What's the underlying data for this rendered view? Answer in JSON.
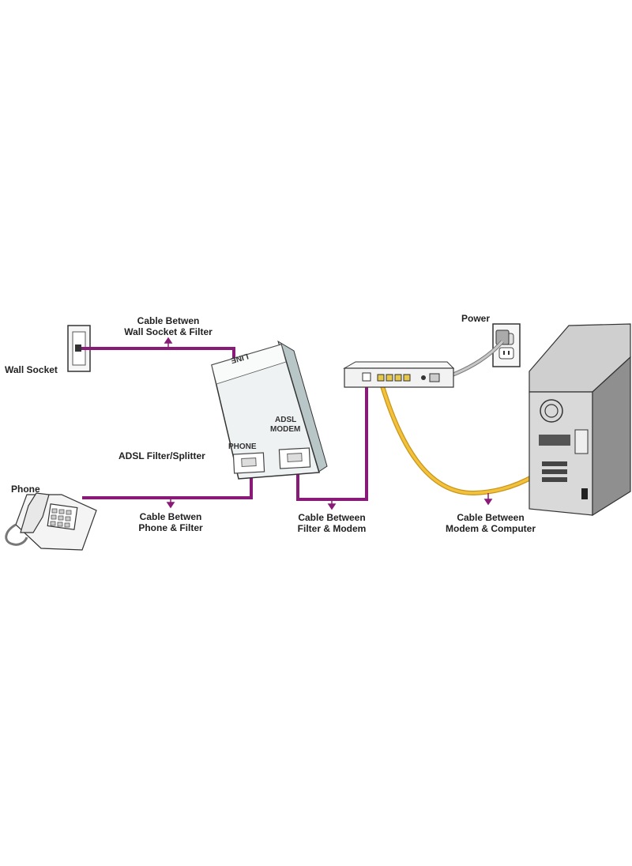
{
  "labels": {
    "wall_socket": "Wall Socket",
    "phone": "Phone",
    "power": "Power",
    "splitter": "ADSL Filter/Splitter",
    "cable_wall_filter_1": "Cable Betwen",
    "cable_wall_filter_2": "Wall Socket & Filter",
    "cable_phone_filter_1": "Cable Betwen",
    "cable_phone_filter_2": "Phone & Filter",
    "cable_filter_modem_1": "Cable Between",
    "cable_filter_modem_2": "Filter & Modem",
    "cable_modem_computer_1": "Cable Between",
    "cable_modem_computer_2": "Modem & Computer"
  },
  "ports": {
    "line": "LINE",
    "phone": "PHONE",
    "adsl_1": "ADSL",
    "adsl_2": "MODEM"
  },
  "colors": {
    "phone_cable": "#8a1a78",
    "ethernet_cable": "#e6b52a",
    "power_cable": "#9a9a9a",
    "device_body": "#f2f4f4",
    "computer_case": "#bfbfbf"
  },
  "icons": [
    "wall-socket-icon",
    "power-outlet-icon",
    "telephone-icon",
    "splitter-icon",
    "modem-icon",
    "computer-tower-icon"
  ]
}
